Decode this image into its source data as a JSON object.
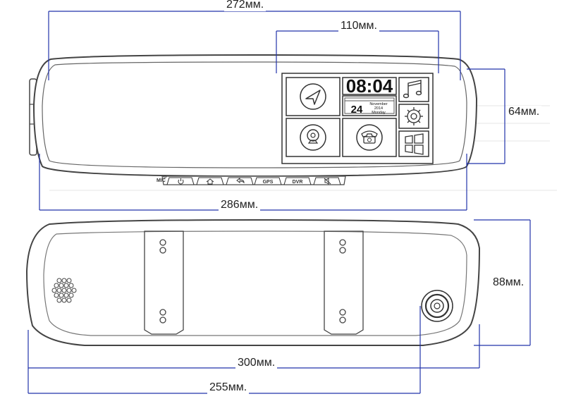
{
  "dimensions": {
    "top_width_outer": "272мм.",
    "screen_width": "110мм.",
    "height_top": "64мм.",
    "top_width_total": "286мм.",
    "height_bottom": "88мм.",
    "bottom_width_total": "300мм.",
    "bottom_width_partial": "255мм."
  },
  "front_view": {
    "mic_label": "MIC",
    "buttons": [
      {
        "label": "",
        "icon": "power-icon"
      },
      {
        "label": "",
        "icon": "home-icon"
      },
      {
        "label": "",
        "icon": "back-icon"
      },
      {
        "label": "GPS",
        "icon": ""
      },
      {
        "label": "DVR",
        "icon": ""
      },
      {
        "label": "",
        "icon": "mute-icon"
      }
    ],
    "screen": {
      "clock_time": "08:04",
      "date_day": "24",
      "date_month": "November",
      "date_year": "2014",
      "date_weekday": "Monday",
      "tiles": [
        "navigation-icon",
        "camera-icon",
        "phone-icon",
        "music-icon",
        "settings-icon",
        "windows-icon"
      ]
    }
  },
  "colors": {
    "line": "#555555",
    "dimension": "#2233aa",
    "tile_border": "#333333"
  }
}
